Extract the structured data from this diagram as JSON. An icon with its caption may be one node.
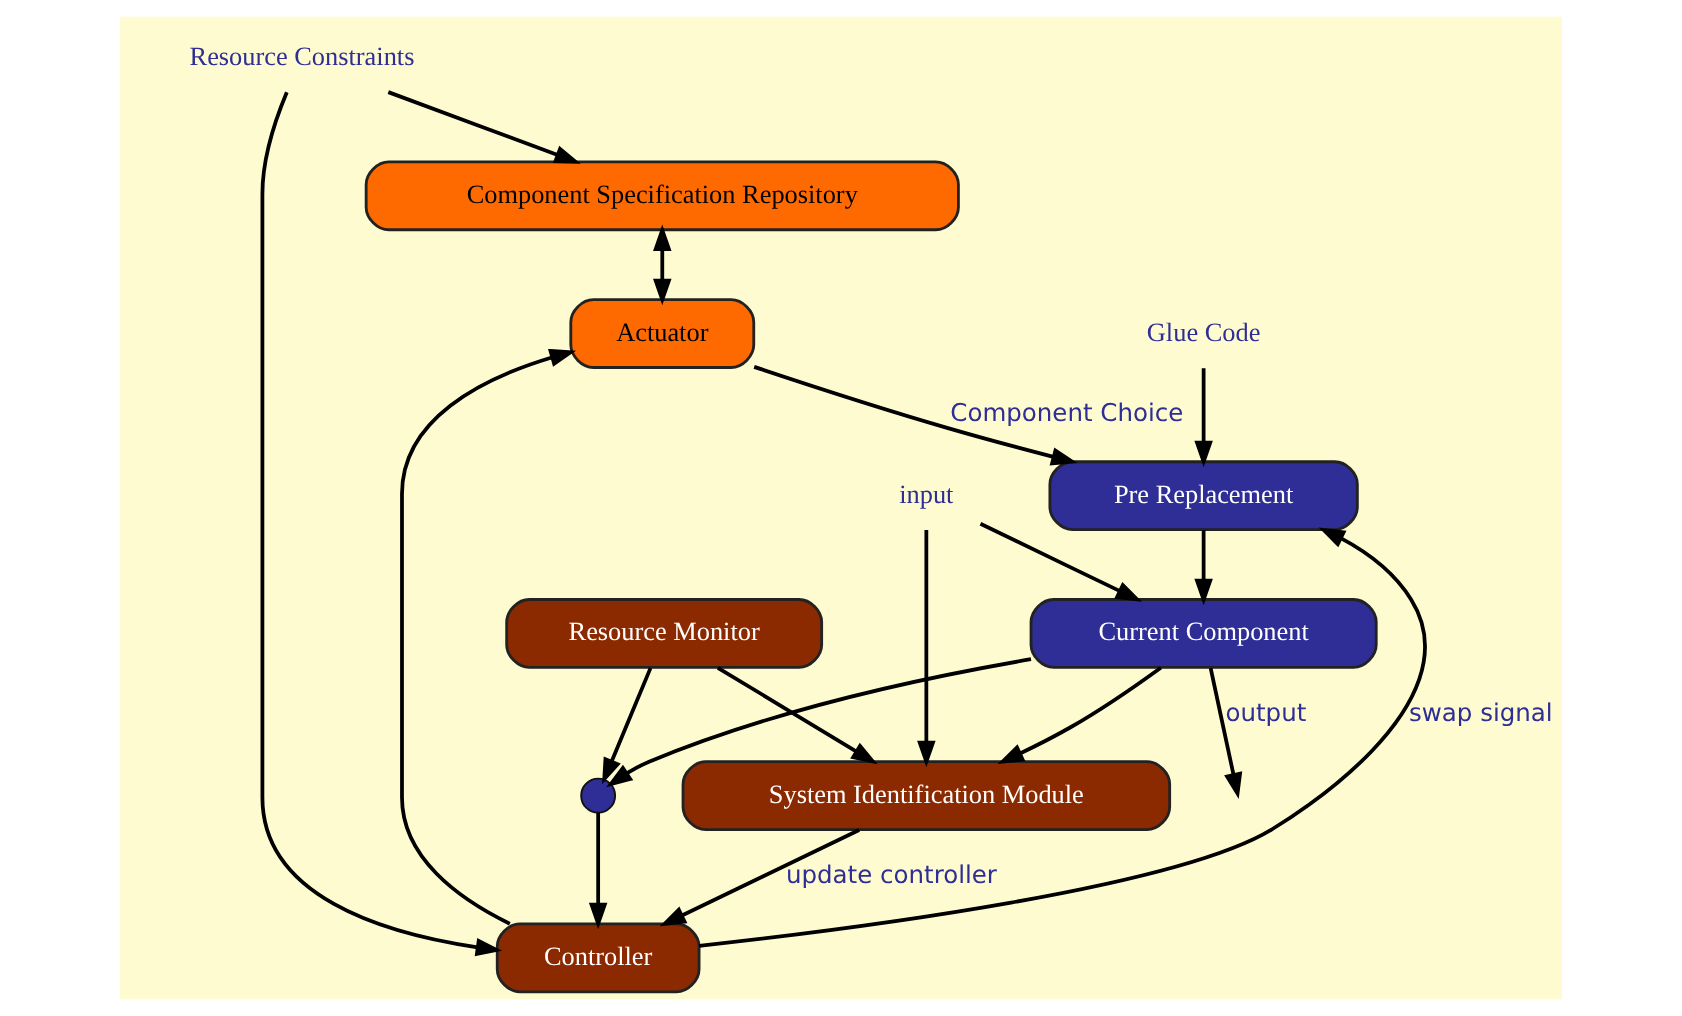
{
  "diagram": {
    "nodes": [
      {
        "text": [
          "Resource Constraints"
        ]
      },
      {
        "text": [
          "Component Specification Repository"
        ]
      },
      {
        "text": [],
        "shape": "circle"
      },
      {
        "text": [
          "Controller"
        ]
      },
      {
        "text": [
          "Actuator"
        ]
      },
      {
        "text": [
          "Resource Monitor"
        ]
      },
      {
        "text": [
          "System Identification Module"
        ]
      },
      {
        "text": [
          "Pre Replacement"
        ]
      },
      {
        "text": [
          "Glue Code"
        ]
      },
      {
        "text": [
          "input"
        ]
      },
      {
        "text": [
          "Current Component"
        ]
      }
    ],
    "edges": [
      {
        "from": 0,
        "to": 1,
        "arrow": "to"
      },
      {
        "from": 0,
        "to": 3,
        "arrow": "to"
      },
      {
        "from": 1,
        "to": 4,
        "arrow": "both"
      },
      {
        "from": 2,
        "to": 3,
        "arrow": "to"
      },
      {
        "from": 3,
        "to": 4,
        "arrow": "to"
      },
      {
        "from": 3,
        "to": 7,
        "arrow": "to",
        "label": "swap signal"
      },
      {
        "from": 4,
        "to": 7,
        "arrow": "to",
        "label": "Component Choice"
      },
      {
        "from": 5,
        "to": 2,
        "arrow": "to"
      },
      {
        "from": 5,
        "to": 6,
        "arrow": "to"
      },
      {
        "from": 6,
        "to": 3,
        "arrow": "to",
        "label": "update controller"
      },
      {
        "from": 8,
        "to": 7,
        "arrow": "to"
      },
      {
        "from": 7,
        "to": 10,
        "arrow": "to"
      },
      {
        "from": 9,
        "to": 6,
        "arrow": "to"
      },
      {
        "from": 9,
        "to": 10,
        "arrow": "to"
      },
      {
        "from": 10,
        "to": 6,
        "arrow": "to"
      },
      {
        "from": 10,
        "to": 2,
        "arrow": "to"
      },
      {
        "from": 10,
        "to": null,
        "arrow": "to",
        "label": "output"
      }
    ]
  }
}
